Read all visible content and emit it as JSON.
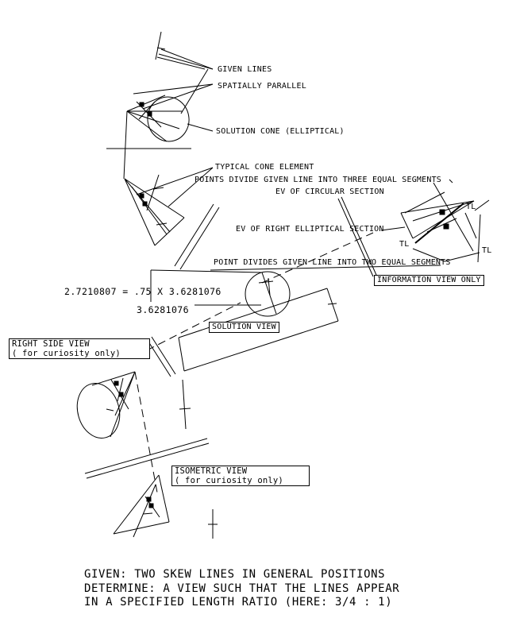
{
  "labels": {
    "given_lines": "GIVEN LINES",
    "spatially_parallel": "SPATIALLY PARALLEL",
    "solution_cone": "SOLUTION CONE (ELLIPTICAL)",
    "typical_cone_element": "TYPICAL CONE ELEMENT",
    "three_segments": "POINTS DIVIDE GIVEN LINE INTO THREE EQUAL SEGMENTS",
    "ev_circular": "EV OF CIRCULAR SECTION",
    "ev_right_elliptical": "EV OF RIGHT ELLIPTICAL SECTION",
    "two_segments": "POINT DIVIDES GIVEN LINE INTO TWO EQUAL SEGMENTS",
    "information_view": "INFORMATION VIEW ONLY",
    "solution_view": "SOLUTION VIEW",
    "right_side_view": "RIGHT SIDE VIEW",
    "right_side_note": "( for curiosity only)",
    "isometric_view": "ISOMETRIC VIEW",
    "isometric_note": "( for curiosity only)",
    "tl_upper": "TL",
    "tl_left": "TL",
    "tl_right": "TL",
    "dimension_equation": "2.7210807 = .75 X 3.6281076",
    "dimension_value": "3.6281076"
  },
  "problem": {
    "line1": "GIVEN: TWO SKEW LINES IN GENERAL POSITIONS",
    "line2": "DETERMINE: A VIEW SUCH THAT THE LINES APPEAR",
    "line3": "IN A SPECIFIED LENGTH RATIO (HERE:  3/4 : 1)"
  }
}
